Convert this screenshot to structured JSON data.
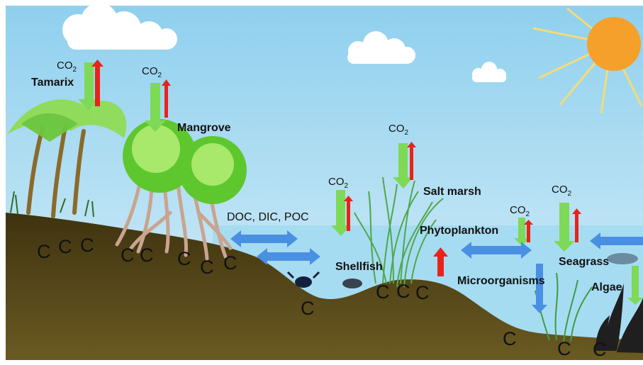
{
  "ecosystems": {
    "tamarix": "Tamarix",
    "mangrove": "Mangrove",
    "salt_marsh": "Salt marsh",
    "phytoplankton": "Phytoplankton",
    "shellfish": "Shellfish",
    "microorganisms": "Microorganisms",
    "seagrass": "Seagrass",
    "algae": "Algae"
  },
  "co2_label": "CO",
  "co2_subscript": "2",
  "flux_label": "DOC, DIC, POC",
  "carbon_symbol": "C",
  "colors": {
    "sky": "#bfe4f5",
    "water": "#a6dcf2",
    "sediment": "#4e4118",
    "sun": "#f5a02a",
    "uptake_arrow": "#7ed957",
    "release_arrow": "#e8231c",
    "exchange_arrow": "#4a90e2"
  }
}
